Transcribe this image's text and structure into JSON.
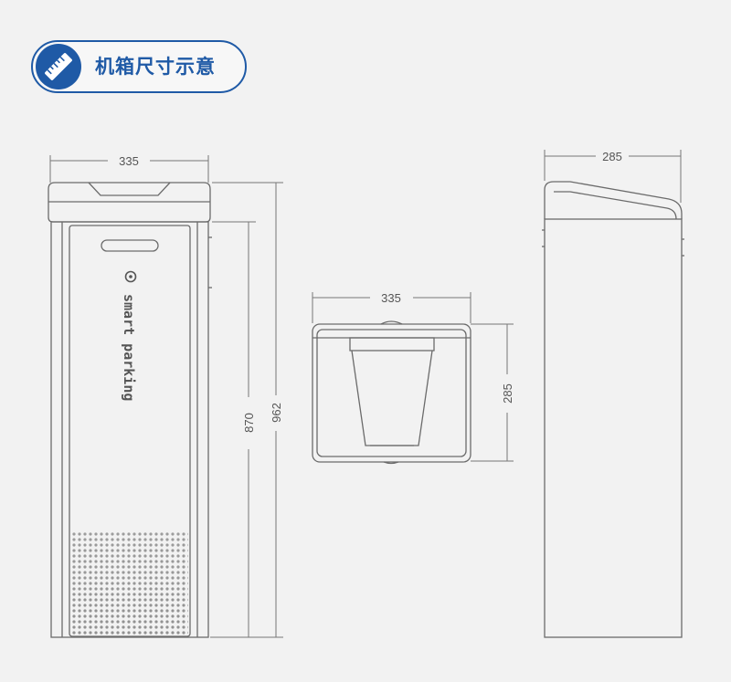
{
  "header": {
    "title": "机箱尺寸示意",
    "icon": "ruler-icon",
    "accent": "#1f5aa6"
  },
  "front_view": {
    "width": "335",
    "height_total": "962",
    "height_panel": "870",
    "brand": "smart parking"
  },
  "top_view": {
    "width": "335",
    "depth": "285"
  },
  "side_view": {
    "depth": "285"
  },
  "colors": {
    "line": "#6b6b6b",
    "dim": "#666666",
    "background": "#f2f2f2"
  }
}
